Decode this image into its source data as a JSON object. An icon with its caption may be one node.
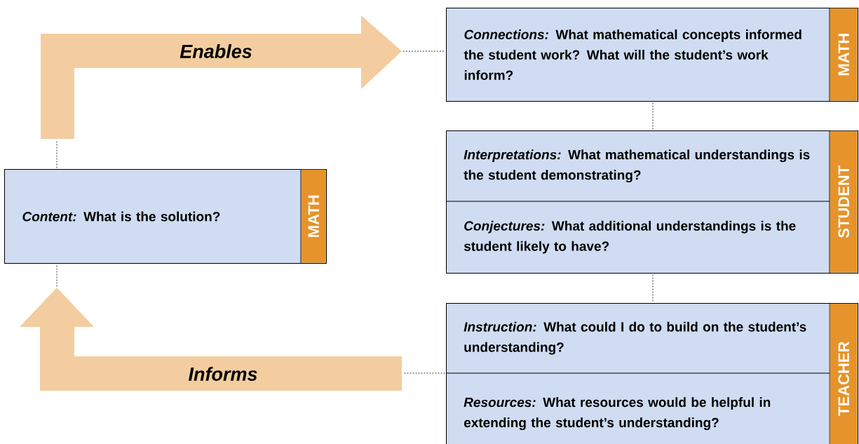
{
  "diagram": {
    "nodes": [
      {
        "text": [
          "Enables"
        ]
      },
      {
        "text": [
          "*Connections:* What mathematical concepts informed the student work? What will the student’s work inform?"
        ]
      },
      {
        "text": [
          "MATH"
        ],
        "in": 1
      },
      {
        "text": [],
        "shape": "box"
      },
      {
        "text": [
          "*Interpretations:* What mathematical understandings is the student demonstrating?"
        ],
        "in": 3
      },
      {
        "text": [
          "*Conjectures:* What additional understandings is the student likely to have?"
        ],
        "in": 3
      },
      {
        "text": [
          "STUDENT"
        ],
        "in": 3
      },
      {
        "text": [
          "*Content:* What is the solution?"
        ]
      },
      {
        "text": [
          "MATH"
        ],
        "in": 7
      },
      {
        "text": [],
        "shape": "box"
      },
      {
        "text": [
          "*Instruction:* What could I do to build on the student’s understanding?"
        ],
        "in": 9
      },
      {
        "text": [
          "*Resources:* What resources would be helpful in extending the student’s understanding?"
        ],
        "in": 9
      },
      {
        "text": [
          "TEACHER"
        ],
        "in": 9
      },
      {
        "text": [
          "Informs"
        ]
      }
    ],
    "edges": [
      {
        "from": 7,
        "to": 0,
        "arrow": "none"
      },
      {
        "from": 0,
        "to": 1,
        "arrow": "none"
      },
      {
        "from": 1,
        "to": 3,
        "arrow": "none"
      },
      {
        "from": 3,
        "to": 9,
        "arrow": "none"
      },
      {
        "from": 9,
        "to": 13,
        "arrow": "none"
      },
      {
        "from": 13,
        "to": 7,
        "arrow": "none"
      }
    ]
  }
}
